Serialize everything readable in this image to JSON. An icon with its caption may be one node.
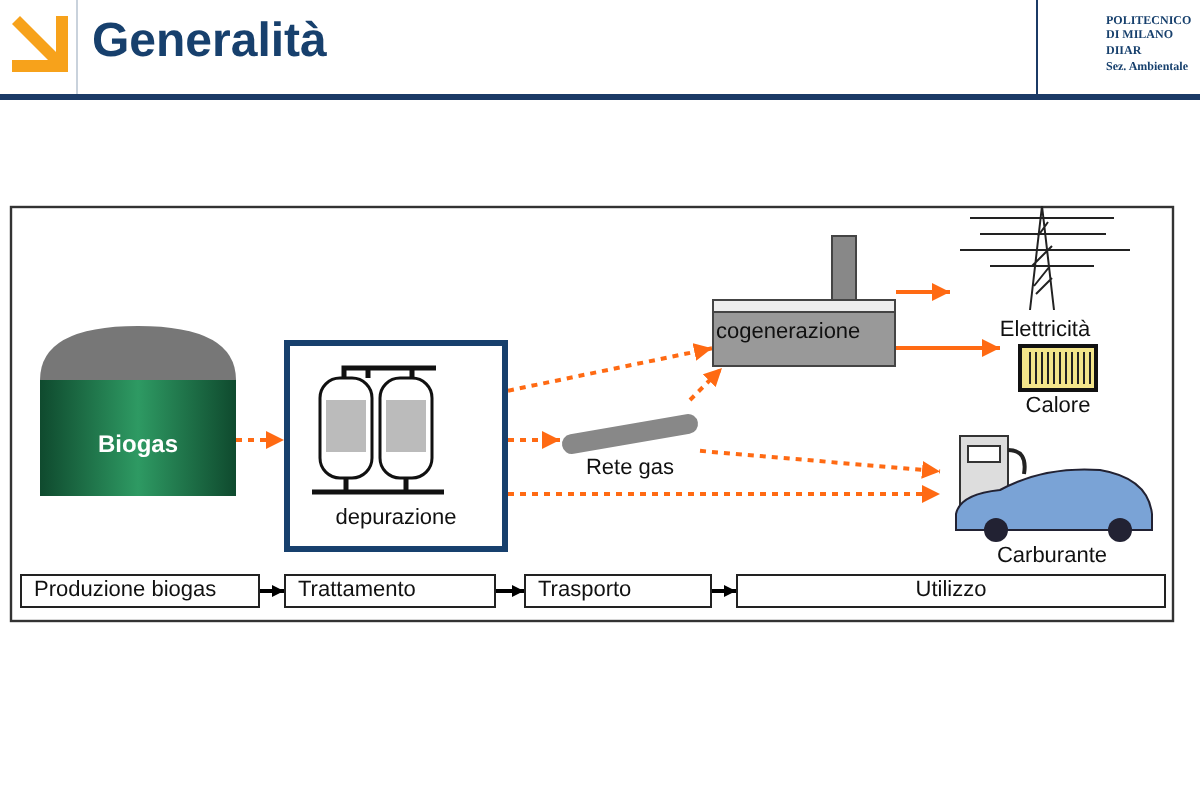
{
  "diagram": {
    "title": "Generalità",
    "nodes": [
      {
        "text": [
          "Biogas"
        ]
      },
      {
        "text": [
          "depurazione"
        ]
      },
      {
        "text": [
          "Rete gas"
        ]
      },
      {
        "text": [
          "cogenerazione"
        ]
      },
      {
        "text": [
          "Elettricità"
        ]
      },
      {
        "text": [
          "Calore"
        ]
      },
      {
        "text": [
          "Carburante"
        ]
      },
      {
        "text": [
          "Produzione biogas"
        ]
      },
      {
        "text": [
          "Trattamento"
        ]
      },
      {
        "text": [
          "Trasporto"
        ]
      },
      {
        "text": [
          "Utilizzo"
        ]
      }
    ],
    "edges": [
      {
        "from": 0,
        "to": 1,
        "arrow": "to",
        "style": "dashed"
      },
      {
        "from": 1,
        "to": 3,
        "arrow": "to",
        "style": "dashed"
      },
      {
        "from": 1,
        "to": 2,
        "arrow": "to",
        "style": "dashed"
      },
      {
        "from": 1,
        "to": 6,
        "arrow": "to",
        "style": "dashed"
      },
      {
        "from": 2,
        "to": 3,
        "arrow": "to",
        "style": "dashed"
      },
      {
        "from": 2,
        "to": 6,
        "arrow": "to",
        "style": "dashed"
      },
      {
        "from": 3,
        "to": 4,
        "arrow": "to"
      },
      {
        "from": 3,
        "to": 5,
        "arrow": "to"
      },
      {
        "from": 7,
        "to": 8,
        "arrow": "to",
        "color": "#000000"
      },
      {
        "from": 8,
        "to": 9,
        "arrow": "to",
        "color": "#000000"
      },
      {
        "from": 9,
        "to": 10,
        "arrow": "to",
        "color": "#000000"
      }
    ],
    "labels": [
      "POLITECNICO DI MILANO",
      "DIIAR",
      "Sez. Ambientale"
    ]
  }
}
